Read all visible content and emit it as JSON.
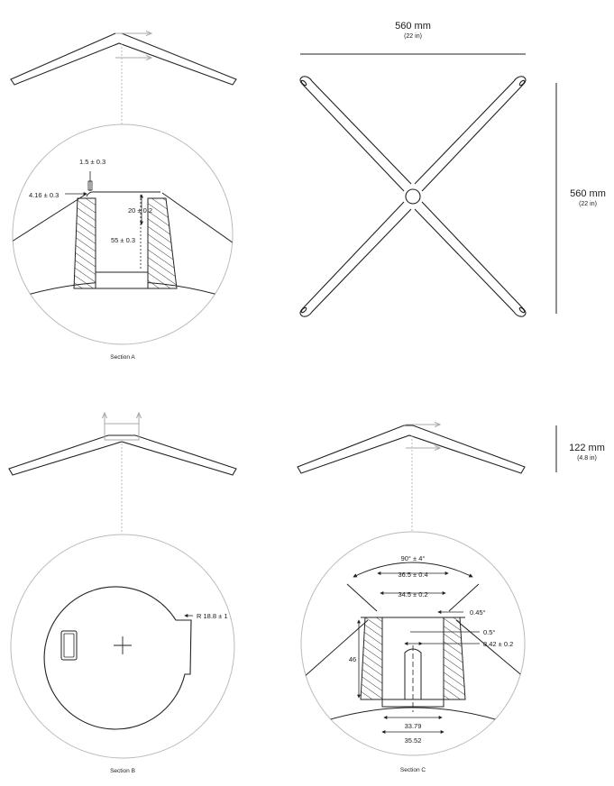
{
  "section_a": {
    "caption": "Section A",
    "dims": {
      "d1": "1.5 ± 0.3",
      "d2": "4.16 ± 0.3",
      "d3": "20 ± 0.2",
      "d4": "55 ± 0.3"
    }
  },
  "top_view": {
    "width_mm": "560 mm",
    "width_in": "(22 in)",
    "height_mm": "560 mm",
    "height_in": "(22 in)"
  },
  "section_b": {
    "caption": "Section B",
    "radius": "R 18.8 ± 1"
  },
  "side_view": {
    "height_mm": "122 mm",
    "height_in": "(4.8 in)"
  },
  "section_c": {
    "caption": "Section C",
    "dims": {
      "angle": "90° ± 4°",
      "d_36_5": "36.5 ± 0.4",
      "d_34_5": "34.5 ± 0.2",
      "a_045": "0.45°",
      "a_05": "0.5°",
      "d_8_42": "8.42 ± 0.2",
      "d_46": "46",
      "d_33_79": "33.79",
      "d_35_52": "35.52"
    }
  }
}
